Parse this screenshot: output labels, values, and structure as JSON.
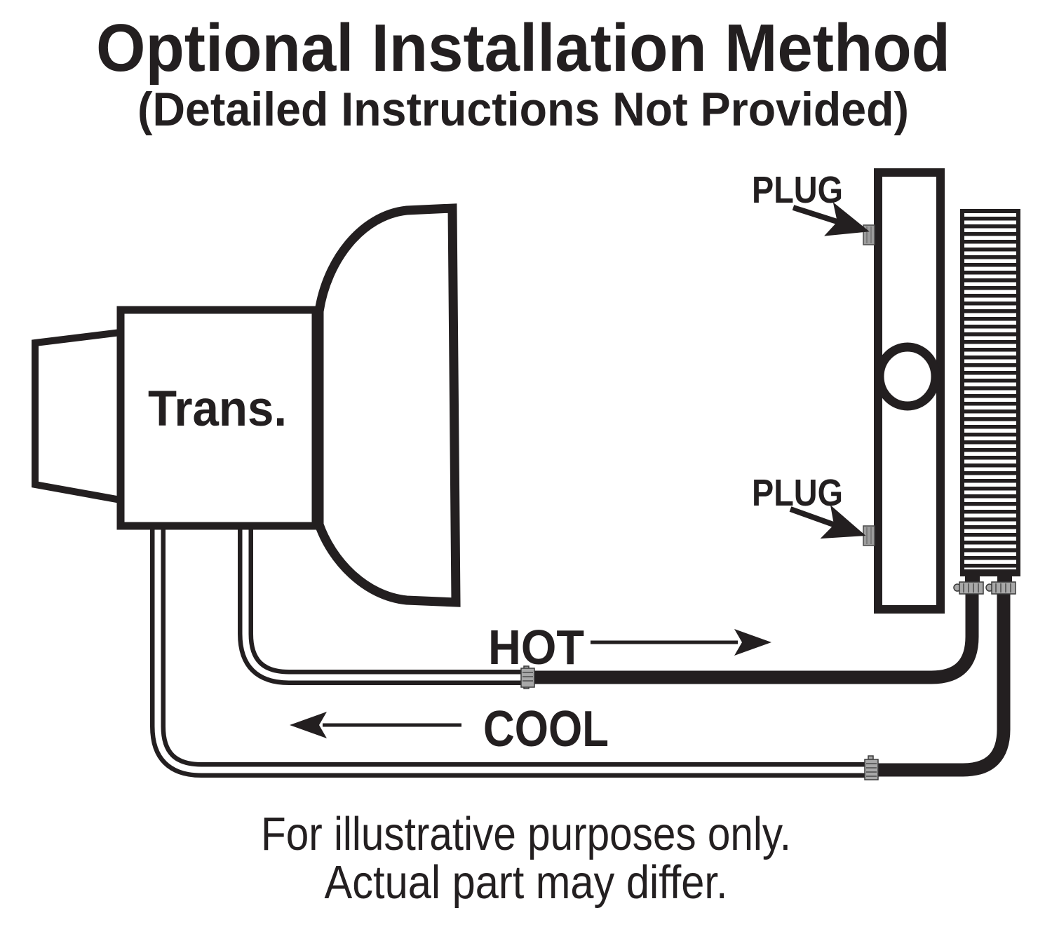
{
  "title": "Optional Installation Method",
  "subtitle": "(Detailed Instructions Not Provided)",
  "diagram": {
    "transmission_label": "Trans.",
    "plug_label_top": "PLUG",
    "plug_label_bottom": "PLUG",
    "hot_label": "HOT",
    "cool_label": "COOL"
  },
  "footer": {
    "line1": "For illustrative purposes only.",
    "line2": "Actual part may differ."
  },
  "colors": {
    "ink": "#231f20",
    "paper": "#ffffff",
    "hardware_gray": "#a8a8a8",
    "plug_gray": "#9c9c9c"
  }
}
